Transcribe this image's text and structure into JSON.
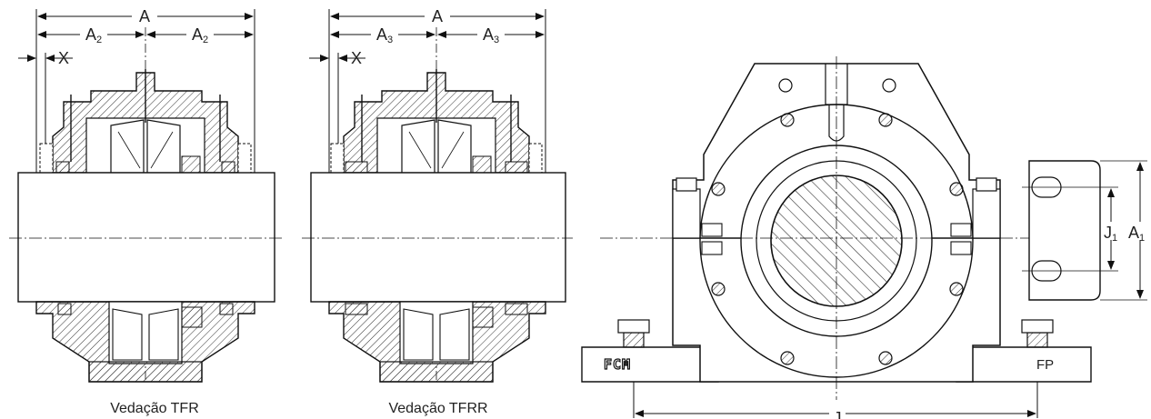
{
  "colors": {
    "line": "#111111",
    "hatch": "#333333",
    "fill": "#ffffff"
  },
  "left_view": {
    "dim_total": "A",
    "dim_half": "A",
    "dim_half_sub": "2",
    "dim_offset": "X",
    "caption": "Vedação TFR"
  },
  "middle_view": {
    "dim_total": "A",
    "dim_half": "A",
    "dim_half_sub": "3",
    "dim_offset": "X",
    "caption": "Vedação TFRR"
  },
  "right_view": {
    "logo_left": "FCM",
    "logo_right": "FP",
    "dim_bolt_spacing": "J",
    "dim_j1": "J",
    "dim_j1_sub": "1",
    "dim_a1": "A",
    "dim_a1_sub": "1"
  }
}
